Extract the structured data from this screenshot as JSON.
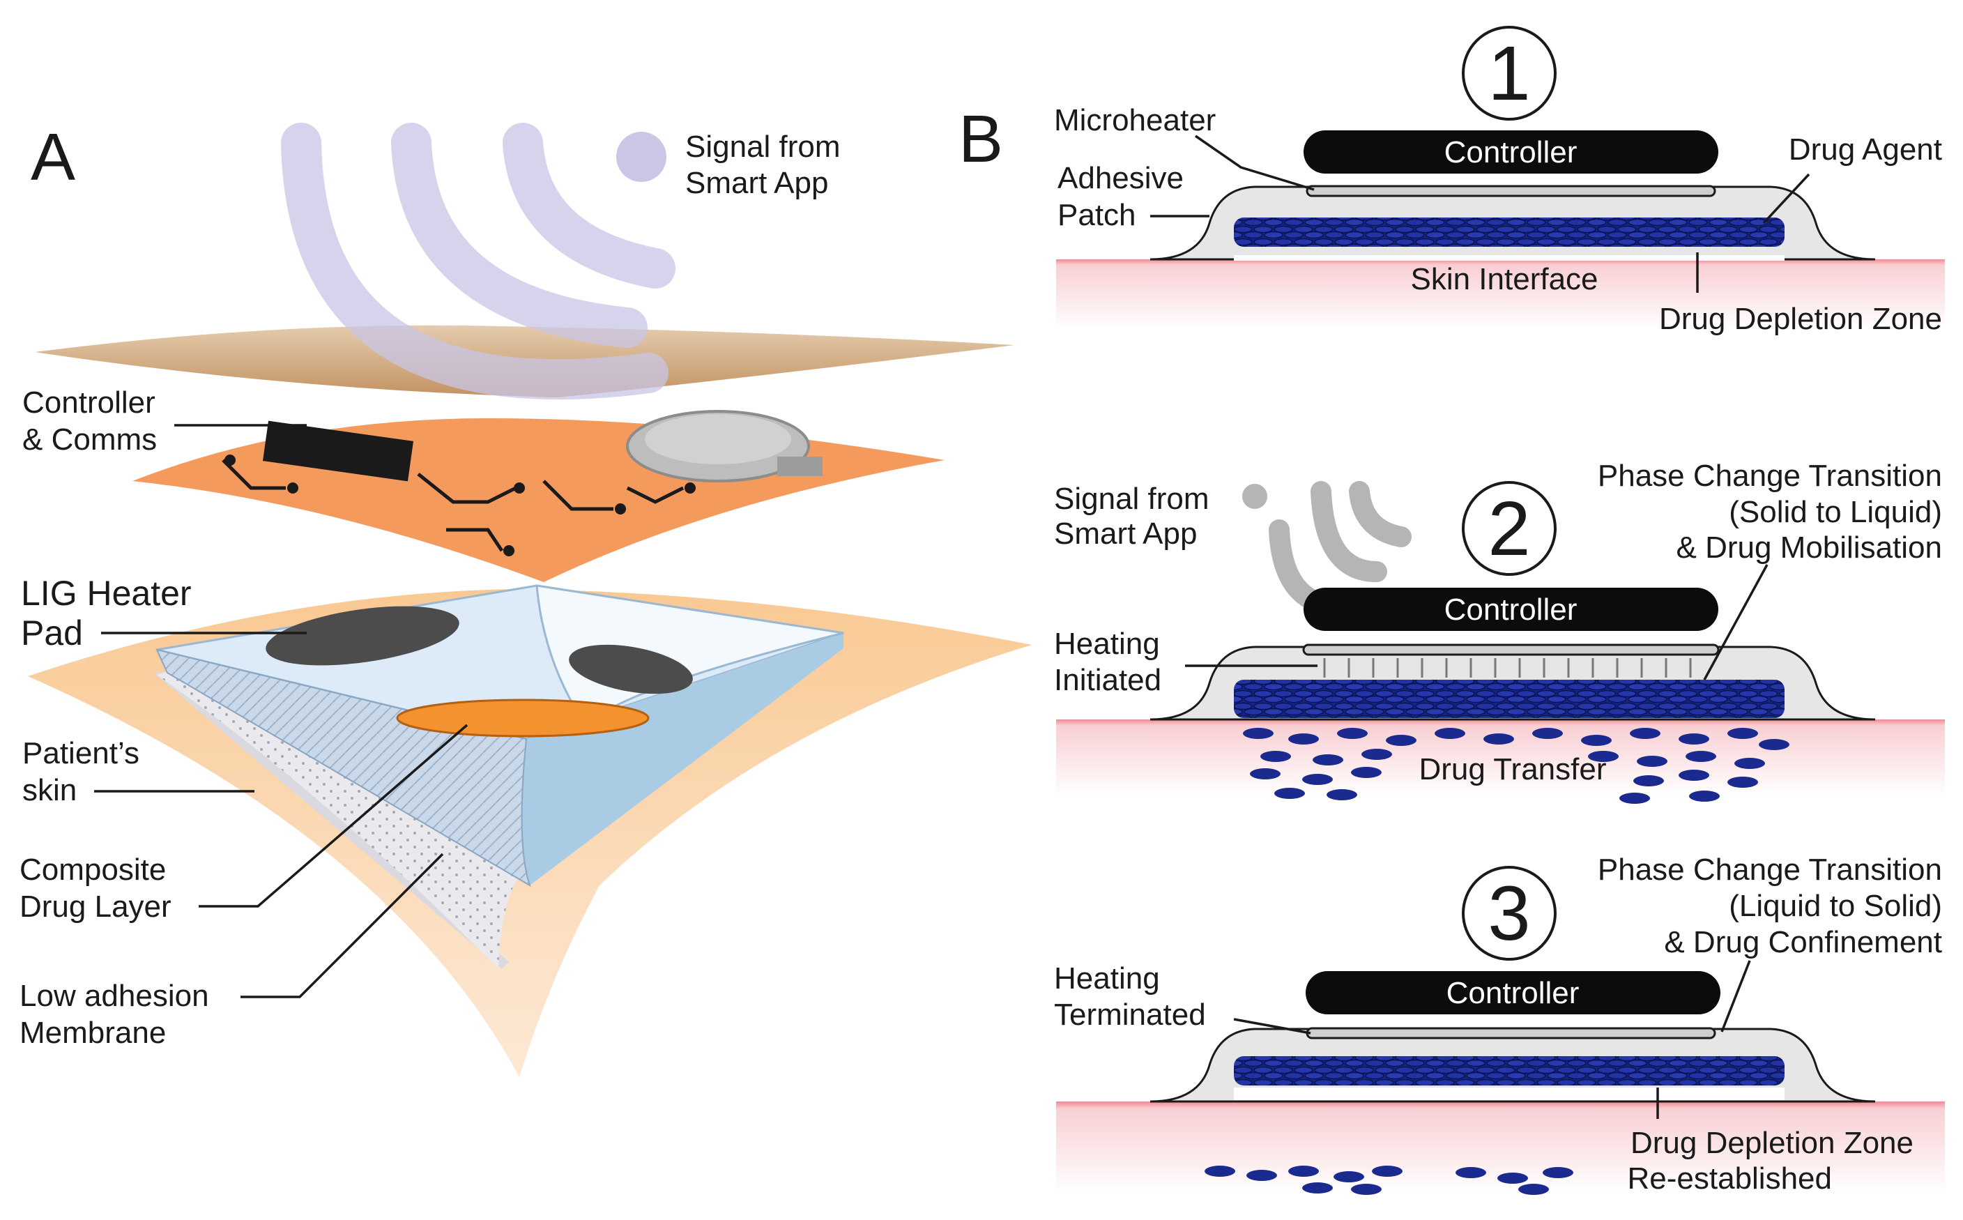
{
  "panel_a": {
    "letter": "A",
    "signal_label": [
      "Signal from",
      "Smart App"
    ],
    "controller_label": [
      "Controller",
      "& Comms"
    ],
    "heater_label": [
      "LIG Heater",
      "Pad"
    ],
    "skin_label": [
      "Patient’s",
      "skin"
    ],
    "drug_layer_label": [
      "Composite",
      "Drug Layer"
    ],
    "membrane_label": [
      "Low adhesion",
      "Membrane"
    ]
  },
  "panel_b": {
    "letter": "B",
    "controller_text": "Controller",
    "stage1": {
      "number": "1",
      "microheater": "Microheater",
      "adhesive": [
        "Adhesive",
        "Patch"
      ],
      "drug_agent": "Drug Agent",
      "skin_interface": "Skin Interface",
      "depletion": "Drug Depletion Zone"
    },
    "stage2": {
      "number": "2",
      "signal": [
        "Signal from",
        "Smart App"
      ],
      "phase": [
        "Phase Change Transition",
        "(Solid to Liquid)",
        "& Drug Mobilisation"
      ],
      "heating": [
        "Heating",
        "Initiated"
      ],
      "transfer": "Drug Transfer"
    },
    "stage3": {
      "number": "3",
      "phase": [
        "Phase Change Transition",
        "(Liquid to Solid)",
        "& Drug Confinement"
      ],
      "heating": [
        "Heating",
        "Terminated"
      ],
      "depletion": [
        "Drug Depletion Zone",
        "Re-established"
      ]
    }
  },
  "colors": {
    "signal_purple": "#c9c6e6",
    "pcb_orange": "#f39a5c",
    "skin_peach": "#fbdcbe",
    "drug_blue": "#1a2a8f",
    "skin_pink": "#f7c6cb",
    "controller_black": "#0c0c0c"
  }
}
